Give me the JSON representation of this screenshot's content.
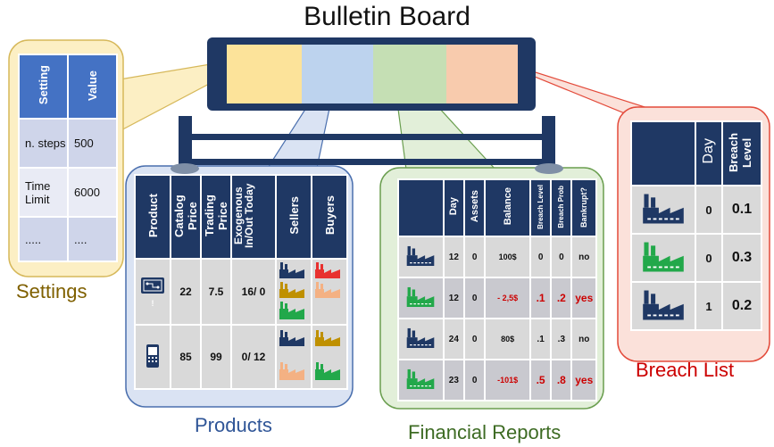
{
  "title": "Bulletin Board",
  "captions": {
    "settings": "Settings",
    "products": "Products",
    "financial": "Financial Reports",
    "breach": "Breach List"
  },
  "settings_table": {
    "headers": [
      "Setting",
      "Value"
    ],
    "rows": [
      [
        "n. steps",
        "500"
      ],
      [
        "Time Limit",
        "6000"
      ],
      [
        ".....",
        "...."
      ]
    ]
  },
  "products_table": {
    "headers": [
      "Product",
      "Catalog Price",
      "Trading Price",
      "Exogenous In/Out Today",
      "Sellers",
      "Buyers"
    ],
    "rows": [
      {
        "icon": "circuit-board-icon",
        "catalog": "22",
        "trading": "7.5",
        "exo": "16/ 0",
        "marker": "!"
      },
      {
        "icon": "mobile-phone-icon",
        "catalog": "85",
        "trading": "99",
        "exo": "0/ 12",
        "marker": ""
      }
    ]
  },
  "financial_table": {
    "headers": [
      "Day",
      "Assets",
      "Balance",
      "Breach Level",
      "Breach Prob",
      "Bankrupt?"
    ],
    "rows": [
      {
        "day": "12",
        "assets": "0",
        "balance": "100$",
        "level": "0",
        "prob": "0",
        "bankrupt": "no",
        "alert": false,
        "color": "#1f3864"
      },
      {
        "day": "12",
        "assets": "0",
        "balance": "- 2,5$",
        "level": ".1",
        "prob": ".2",
        "bankrupt": "yes",
        "alert": true,
        "color": "#22a84a"
      },
      {
        "day": "24",
        "assets": "0",
        "balance": "80$",
        "level": ".1",
        "prob": ".3",
        "bankrupt": "no",
        "alert": false,
        "color": "#1f3864"
      },
      {
        "day": "23",
        "assets": "0",
        "balance": "-101$",
        "level": ".5",
        "prob": ".8",
        "bankrupt": "yes",
        "alert": true,
        "color": "#22a84a"
      }
    ]
  },
  "breach_table": {
    "headers": [
      "Day",
      "Breach Level"
    ],
    "rows": [
      {
        "day": "0",
        "level": "0.1",
        "color": "#1f3864"
      },
      {
        "day": "0",
        "level": "0.3",
        "color": "#22a84a"
      },
      {
        "day": "1",
        "level": "0.2",
        "color": "#1f3864"
      }
    ]
  },
  "colors": {
    "navy": "#1f3864",
    "settings_panel": "#fcefc4",
    "products_panel": "#dae3f3",
    "financial_panel": "#e2efd9",
    "breach_panel": "#fbe1da",
    "settings_caption": "#7f6000",
    "products_caption": "#2f5597",
    "financial_caption": "#3d6b23",
    "breach_caption": "#cc0000",
    "factory_green": "#22a84a",
    "factory_gold": "#bf9000",
    "factory_red": "#e8312f",
    "factory_peach": "#f4b183"
  }
}
